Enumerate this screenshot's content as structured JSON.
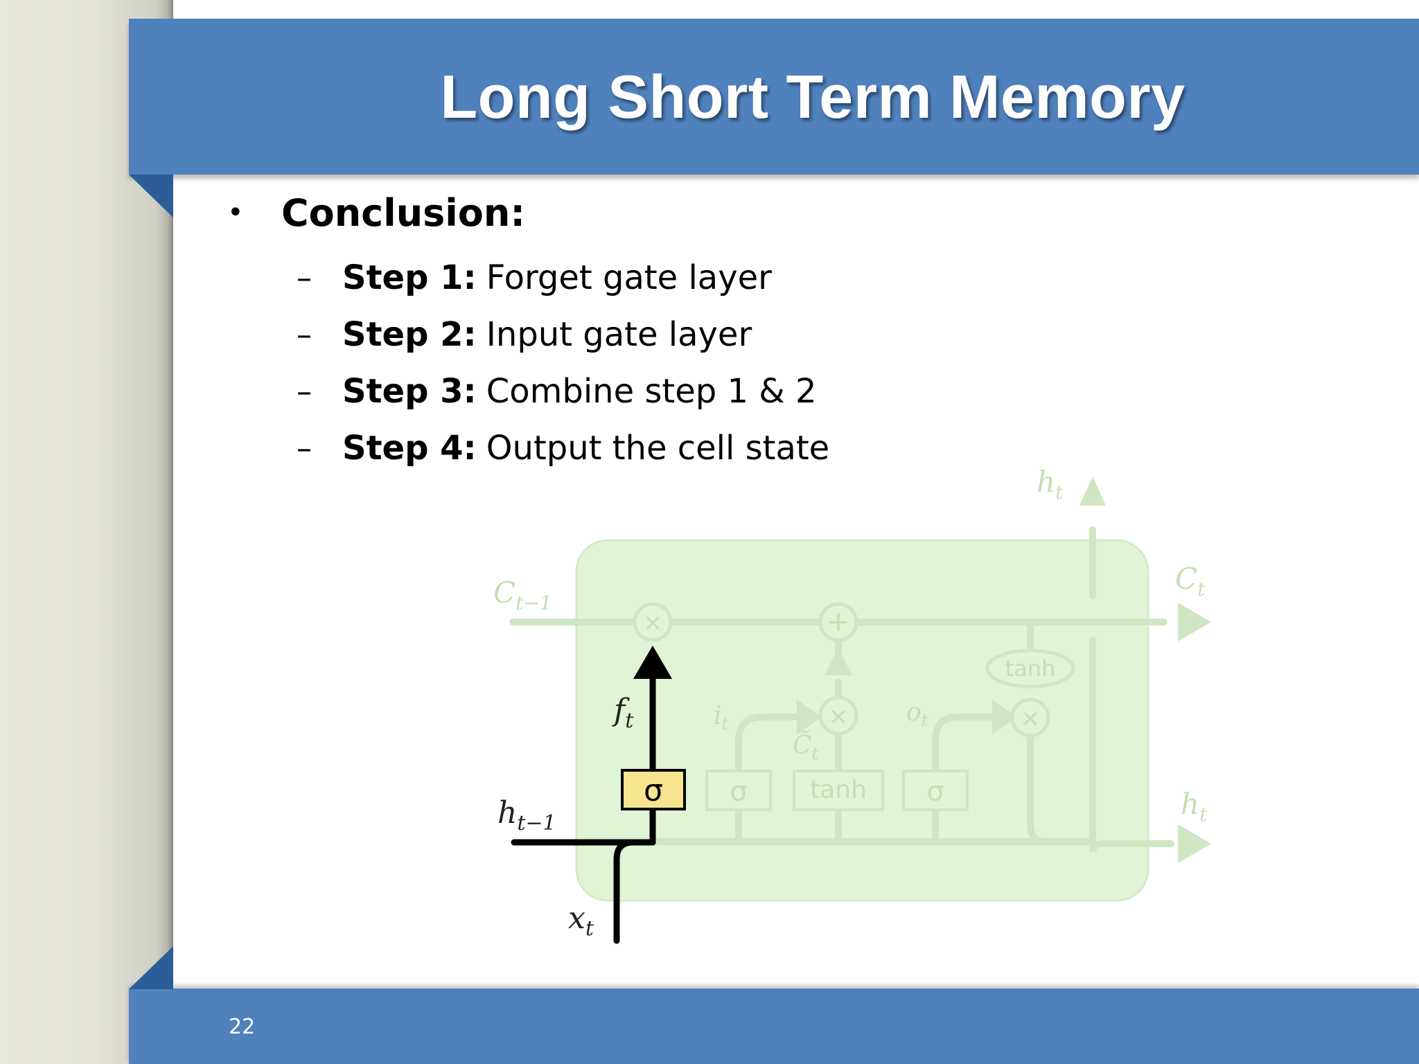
{
  "slide": {
    "title": "Long Short Term Memory",
    "page_number": "22"
  },
  "content": {
    "bullet": "•",
    "heading": "Conclusion:",
    "steps": [
      {
        "dash": "–",
        "label": "Step 1:",
        "text": "Forget gate layer"
      },
      {
        "dash": "–",
        "label": "Step 2:",
        "text": "Input gate layer"
      },
      {
        "dash": "–",
        "label": "Step 3:",
        "text": "Combine step 1 & 2"
      },
      {
        "dash": "–",
        "label": "Step 4:",
        "text": "Output the cell state"
      }
    ]
  },
  "diagram": {
    "cell_state_in": "C",
    "cell_state_in_sub": "t−1",
    "cell_state_out": "C",
    "cell_state_out_sub": "t",
    "hidden_top": "h",
    "hidden_top_sub": "t",
    "hidden_out": "h",
    "hidden_out_sub": "t",
    "hidden_prev": "h",
    "hidden_prev_sub": "t−1",
    "input": "x",
    "input_sub": "t",
    "forget_label": "f",
    "forget_label_sub": "t",
    "input_gate_label": "i",
    "input_gate_label_sub": "t",
    "candidate_label": "C̃",
    "candidate_label_sub": "t",
    "output_gate_label": "o",
    "output_gate_label_sub": "t",
    "sigma": "σ",
    "tanh": "tanh",
    "multiply": "×",
    "add": "+",
    "colors": {
      "cell_fill": "#e1f4d5",
      "highlight_gate": "#f7e48e",
      "slide_blue": "#4f81bd"
    }
  }
}
